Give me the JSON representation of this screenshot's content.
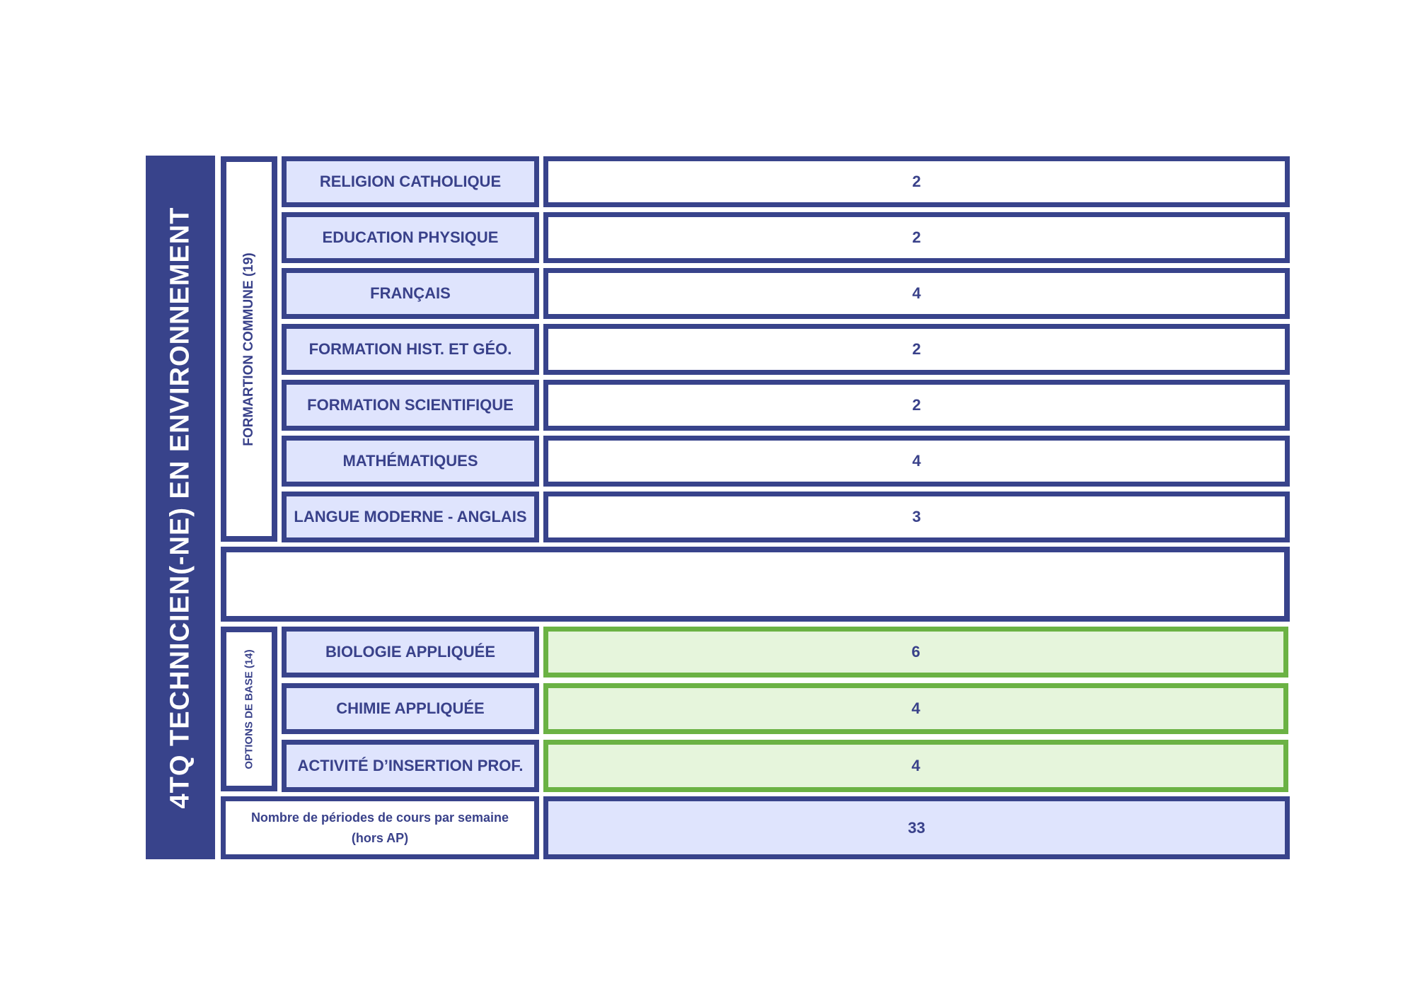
{
  "title": "4TQ TECHNICIEN(-NE) EN ENVIRONNEMENT",
  "colors": {
    "primary": "#38438b",
    "subject_fill": "#dfe4fd",
    "option_border": "#6bb244",
    "option_fill": "#e6f5dc",
    "text": "#39418a"
  },
  "groups": {
    "formation_commune": {
      "label": "FORMARTION COMMUNE (19)",
      "rows": [
        {
          "subject": "RELIGION CATHOLIQUE",
          "periods": "2"
        },
        {
          "subject": "EDUCATION PHYSIQUE",
          "periods": "2"
        },
        {
          "subject": "FRANÇAIS",
          "periods": "4"
        },
        {
          "subject": "FORMATION HIST. ET GÉO.",
          "periods": "2"
        },
        {
          "subject": "FORMATION SCIENTIFIQUE",
          "periods": "2"
        },
        {
          "subject": "MATHÉMATIQUES",
          "periods": "4"
        },
        {
          "subject": "LANGUE MODERNE - ANGLAIS",
          "periods": "3"
        }
      ]
    },
    "options_de_base": {
      "label": "OPTIONS DE BASE  (14)",
      "rows": [
        {
          "subject": "BIOLOGIE APPLIQUÉE",
          "periods": "6"
        },
        {
          "subject": "CHIMIE APPLIQUÉE",
          "periods": "4"
        },
        {
          "subject": "ACTIVITÉ D’INSERTION PROF.",
          "periods": "4"
        }
      ]
    }
  },
  "total": {
    "label_line1": "Nombre de périodes de cours par semaine",
    "label_line2": "(hors AP)",
    "value": "33"
  }
}
